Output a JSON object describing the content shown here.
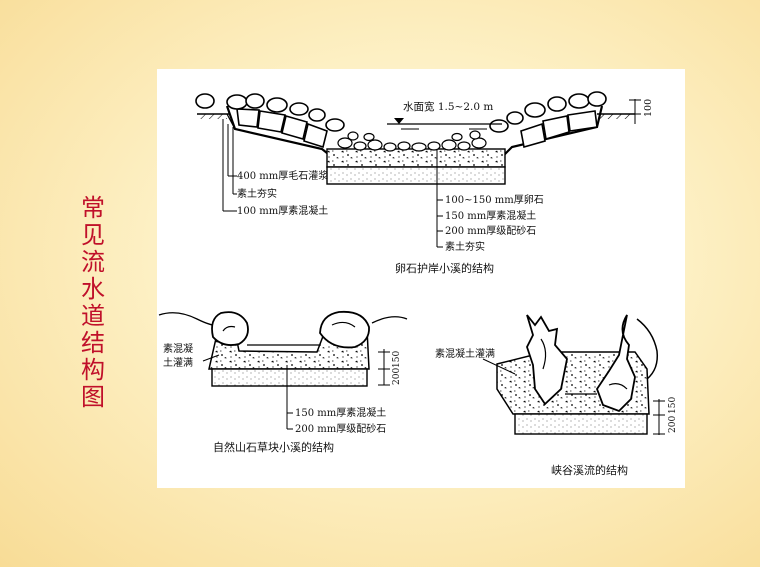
{
  "title": "常见流水道结构图",
  "diagram1": {
    "caption": "卵石护岸小溪的结构",
    "water_width": "水面宽 1.5~2.0 m",
    "dim_right": "100",
    "left_labels": [
      "400 mm厚毛石灌浆",
      "素土夯实",
      "100 mm厚素混凝土"
    ],
    "right_labels": [
      "100~150 mm厚卵石",
      "150 mm厚素混凝土",
      "200 mm厚级配砂石",
      "素土夯实"
    ]
  },
  "diagram2": {
    "caption": "自然山石草块小溪的结构",
    "left_label_1": "素混凝",
    "left_label_2": "土灌满",
    "dim_150": "150",
    "dim_200": "200",
    "bottom_labels": [
      "150 mm厚素混凝土",
      "200 mm厚级配砂石"
    ]
  },
  "diagram3": {
    "caption": "峡谷溪流的结构",
    "label": "素混凝土灌满",
    "dim_150": "150",
    "dim_200": "200"
  }
}
